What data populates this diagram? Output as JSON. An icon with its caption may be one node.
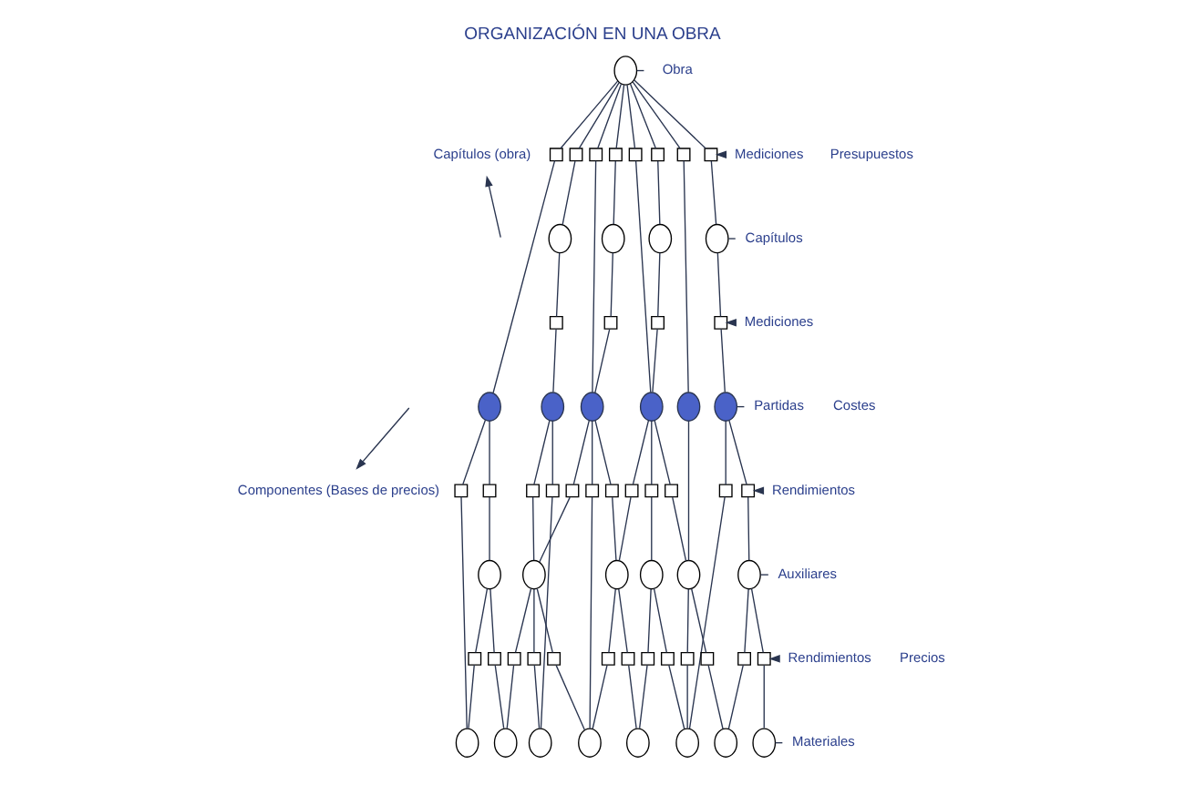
{
  "diagram": {
    "title": "ORGANIZACIÓN EN UNA OBRA",
    "nodes": [
      {
        "text": [],
        "shape": "circle"
      },
      {
        "text": [],
        "shape": "box"
      },
      {
        "text": [],
        "shape": "box"
      },
      {
        "text": [],
        "shape": "box"
      },
      {
        "text": [],
        "shape": "box"
      },
      {
        "text": [],
        "shape": "box"
      },
      {
        "text": [],
        "shape": "box"
      },
      {
        "text": [],
        "shape": "box"
      },
      {
        "text": [],
        "shape": "box"
      },
      {
        "text": [],
        "shape": "circle"
      },
      {
        "text": [],
        "shape": "circle"
      },
      {
        "text": [],
        "shape": "circle"
      },
      {
        "text": [],
        "shape": "circle"
      },
      {
        "text": [],
        "shape": "box"
      },
      {
        "text": [],
        "shape": "box"
      },
      {
        "text": [],
        "shape": "box"
      },
      {
        "text": [],
        "shape": "box"
      },
      {
        "text": [],
        "shape": "circle"
      },
      {
        "text": [],
        "shape": "circle"
      },
      {
        "text": [],
        "shape": "circle"
      },
      {
        "text": [],
        "shape": "circle"
      },
      {
        "text": [],
        "shape": "circle"
      },
      {
        "text": [],
        "shape": "circle"
      },
      {
        "text": [],
        "shape": "box"
      },
      {
        "text": [],
        "shape": "box"
      },
      {
        "text": [],
        "shape": "box"
      },
      {
        "text": [],
        "shape": "box"
      },
      {
        "text": [],
        "shape": "box"
      },
      {
        "text": [],
        "shape": "box"
      },
      {
        "text": [],
        "shape": "box"
      },
      {
        "text": [],
        "shape": "box"
      },
      {
        "text": [],
        "shape": "box"
      },
      {
        "text": [],
        "shape": "box"
      },
      {
        "text": [],
        "shape": "box"
      },
      {
        "text": [],
        "shape": "box"
      },
      {
        "text": [],
        "shape": "circle"
      },
      {
        "text": [],
        "shape": "circle"
      },
      {
        "text": [],
        "shape": "circle"
      },
      {
        "text": [],
        "shape": "circle"
      },
      {
        "text": [],
        "shape": "circle"
      },
      {
        "text": [],
        "shape": "circle"
      },
      {
        "text": [],
        "shape": "box"
      },
      {
        "text": [],
        "shape": "box"
      },
      {
        "text": [],
        "shape": "box"
      },
      {
        "text": [],
        "shape": "box"
      },
      {
        "text": [],
        "shape": "box"
      },
      {
        "text": [],
        "shape": "box"
      },
      {
        "text": [],
        "shape": "box"
      },
      {
        "text": [],
        "shape": "box"
      },
      {
        "text": [],
        "shape": "box"
      },
      {
        "text": [],
        "shape": "box"
      },
      {
        "text": [],
        "shape": "box"
      },
      {
        "text": [],
        "shape": "box"
      },
      {
        "text": [],
        "shape": "box"
      },
      {
        "text": [],
        "shape": "circle"
      },
      {
        "text": [],
        "shape": "circle"
      },
      {
        "text": [],
        "shape": "circle"
      },
      {
        "text": [],
        "shape": "circle"
      },
      {
        "text": [],
        "shape": "circle"
      },
      {
        "text": [],
        "shape": "circle"
      },
      {
        "text": [],
        "shape": "circle"
      },
      {
        "text": [],
        "shape": "circle"
      },
      {
        "text": [
          "Obra"
        ]
      },
      {
        "text": [
          "Mediciones"
        ]
      },
      {
        "text": [
          "Capítulos"
        ]
      },
      {
        "text": [
          "Mediciones"
        ]
      },
      {
        "text": [
          "Partidas"
        ]
      },
      {
        "text": [
          "Rendimientos"
        ]
      },
      {
        "text": [
          "Auxiliares"
        ]
      },
      {
        "text": [
          "Rendimientos"
        ]
      },
      {
        "text": [
          "Materiales"
        ]
      },
      {
        "text": [
          "Capítulos (obra)"
        ]
      },
      {
        "text": [
          "Componentes (Bases de precios)"
        ]
      }
    ],
    "edges": [
      {
        "from": 0,
        "to": 1,
        "arrow": "none"
      },
      {
        "from": 0,
        "to": 2,
        "arrow": "none"
      },
      {
        "from": 0,
        "to": 3,
        "arrow": "none"
      },
      {
        "from": 0,
        "to": 4,
        "arrow": "none"
      },
      {
        "from": 0,
        "to": 5,
        "arrow": "none"
      },
      {
        "from": 0,
        "to": 6,
        "arrow": "none"
      },
      {
        "from": 0,
        "to": 7,
        "arrow": "none"
      },
      {
        "from": 0,
        "to": 8,
        "arrow": "none"
      },
      {
        "from": 1,
        "to": 17,
        "arrow": "none"
      },
      {
        "from": 2,
        "to": 9,
        "arrow": "none"
      },
      {
        "from": 3,
        "to": 19,
        "arrow": "none"
      },
      {
        "from": 4,
        "to": 10,
        "arrow": "none"
      },
      {
        "from": 5,
        "to": 20,
        "arrow": "none"
      },
      {
        "from": 6,
        "to": 11,
        "arrow": "none"
      },
      {
        "from": 7,
        "to": 21,
        "arrow": "none"
      },
      {
        "from": 8,
        "to": 12,
        "arrow": "none"
      },
      {
        "from": 9,
        "to": 13,
        "arrow": "none"
      },
      {
        "from": 10,
        "to": 14,
        "arrow": "none"
      },
      {
        "from": 11,
        "to": 15,
        "arrow": "none"
      },
      {
        "from": 12,
        "to": 16,
        "arrow": "none"
      },
      {
        "from": 13,
        "to": 18,
        "arrow": "none"
      },
      {
        "from": 14,
        "to": 19,
        "arrow": "none"
      },
      {
        "from": 15,
        "to": 20,
        "arrow": "none"
      },
      {
        "from": 16,
        "to": 22,
        "arrow": "none"
      },
      {
        "from": 17,
        "to": 23,
        "arrow": "none"
      },
      {
        "from": 17,
        "to": 24,
        "arrow": "none"
      },
      {
        "from": 18,
        "to": 25,
        "arrow": "none"
      },
      {
        "from": 18,
        "to": 26,
        "arrow": "none"
      },
      {
        "from": 19,
        "to": 27,
        "arrow": "none"
      },
      {
        "from": 19,
        "to": 28,
        "arrow": "none"
      },
      {
        "from": 19,
        "to": 29,
        "arrow": "none"
      },
      {
        "from": 20,
        "to": 30,
        "arrow": "none"
      },
      {
        "from": 20,
        "to": 31,
        "arrow": "none"
      },
      {
        "from": 20,
        "to": 32,
        "arrow": "none"
      },
      {
        "from": 22,
        "to": 33,
        "arrow": "none"
      },
      {
        "from": 22,
        "to": 34,
        "arrow": "none"
      },
      {
        "from": 23,
        "to": 54,
        "arrow": "none"
      },
      {
        "from": 24,
        "to": 35,
        "arrow": "none"
      },
      {
        "from": 25,
        "to": 36,
        "arrow": "none"
      },
      {
        "from": 26,
        "to": 56,
        "arrow": "none"
      },
      {
        "from": 27,
        "to": 36,
        "arrow": "none"
      },
      {
        "from": 28,
        "to": 57,
        "arrow": "none"
      },
      {
        "from": 29,
        "to": 37,
        "arrow": "none"
      },
      {
        "from": 30,
        "to": 37,
        "arrow": "none"
      },
      {
        "from": 31,
        "to": 38,
        "arrow": "none"
      },
      {
        "from": 32,
        "to": 39,
        "arrow": "none"
      },
      {
        "from": 21,
        "to": 39,
        "arrow": "none"
      },
      {
        "from": 33,
        "to": 59,
        "arrow": "none"
      },
      {
        "from": 34,
        "to": 40,
        "arrow": "none"
      },
      {
        "from": 35,
        "to": 41,
        "arrow": "none"
      },
      {
        "from": 35,
        "to": 42,
        "arrow": "none"
      },
      {
        "from": 36,
        "to": 43,
        "arrow": "none"
      },
      {
        "from": 36,
        "to": 44,
        "arrow": "none"
      },
      {
        "from": 36,
        "to": 45,
        "arrow": "none"
      },
      {
        "from": 37,
        "to": 46,
        "arrow": "none"
      },
      {
        "from": 37,
        "to": 47,
        "arrow": "none"
      },
      {
        "from": 38,
        "to": 48,
        "arrow": "none"
      },
      {
        "from": 38,
        "to": 49,
        "arrow": "none"
      },
      {
        "from": 39,
        "to": 50,
        "arrow": "none"
      },
      {
        "from": 39,
        "to": 51,
        "arrow": "none"
      },
      {
        "from": 40,
        "to": 52,
        "arrow": "none"
      },
      {
        "from": 40,
        "to": 53,
        "arrow": "none"
      },
      {
        "from": 41,
        "to": 54,
        "arrow": "none"
      },
      {
        "from": 42,
        "to": 55,
        "arrow": "none"
      },
      {
        "from": 43,
        "to": 55,
        "arrow": "none"
      },
      {
        "from": 44,
        "to": 56,
        "arrow": "none"
      },
      {
        "from": 45,
        "to": 57,
        "arrow": "none"
      },
      {
        "from": 46,
        "to": 57,
        "arrow": "none"
      },
      {
        "from": 47,
        "to": 58,
        "arrow": "none"
      },
      {
        "from": 48,
        "to": 58,
        "arrow": "none"
      },
      {
        "from": 49,
        "to": 59,
        "arrow": "none"
      },
      {
        "from": 50,
        "to": 59,
        "arrow": "none"
      },
      {
        "from": 51,
        "to": 60,
        "arrow": "none"
      },
      {
        "from": 52,
        "to": 60,
        "arrow": "none"
      },
      {
        "from": 53,
        "to": 61,
        "arrow": "none"
      },
      {
        "from": 62,
        "to": 0,
        "arrow": "none"
      },
      {
        "from": 63,
        "to": 8,
        "arrow": "to"
      },
      {
        "from": 64,
        "to": 12,
        "arrow": "none"
      },
      {
        "from": 65,
        "to": 16,
        "arrow": "to"
      },
      {
        "from": 66,
        "to": 22,
        "arrow": "none"
      },
      {
        "from": 67,
        "to": 34,
        "arrow": "to"
      },
      {
        "from": 68,
        "to": 40,
        "arrow": "none"
      },
      {
        "from": 69,
        "to": 53,
        "arrow": "to"
      },
      {
        "from": 70,
        "to": 61,
        "arrow": "none"
      },
      {
        "from": null,
        "to": 71,
        "arrow": "to"
      },
      {
        "from": null,
        "to": 72,
        "arrow": "to"
      }
    ],
    "labels": [
      "Presupuestos",
      "Costes",
      "Precios"
    ]
  }
}
